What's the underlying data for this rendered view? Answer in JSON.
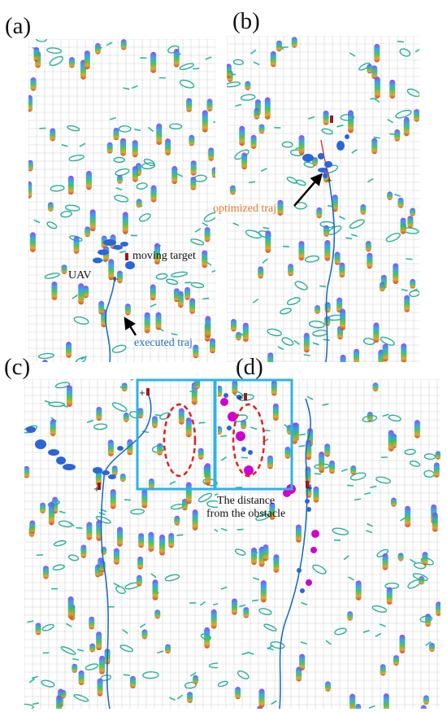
{
  "panels": {
    "a": {
      "label": "(a)"
    },
    "b": {
      "label": "(b)"
    },
    "c": {
      "label": "(c)"
    },
    "d": {
      "label": "(d)"
    }
  },
  "annotations": {
    "moving_target": "moving target",
    "uav": "UAV",
    "executed_traj": "executed traj",
    "optimized_traj": "optimized traj",
    "distance_line1": "The distance",
    "distance_line2": "from the obstacle"
  },
  "colors": {
    "executed_traj": "#1f6fc0",
    "optimized_traj": "#e07a2a",
    "highlight_box": "#2bb3e8",
    "distance_ellipse": "#e02020",
    "grid": "#d4d4d4",
    "target_marker": "#a01818",
    "uav_marker": "#2060d0",
    "distance_sphere": "#d000d0"
  }
}
